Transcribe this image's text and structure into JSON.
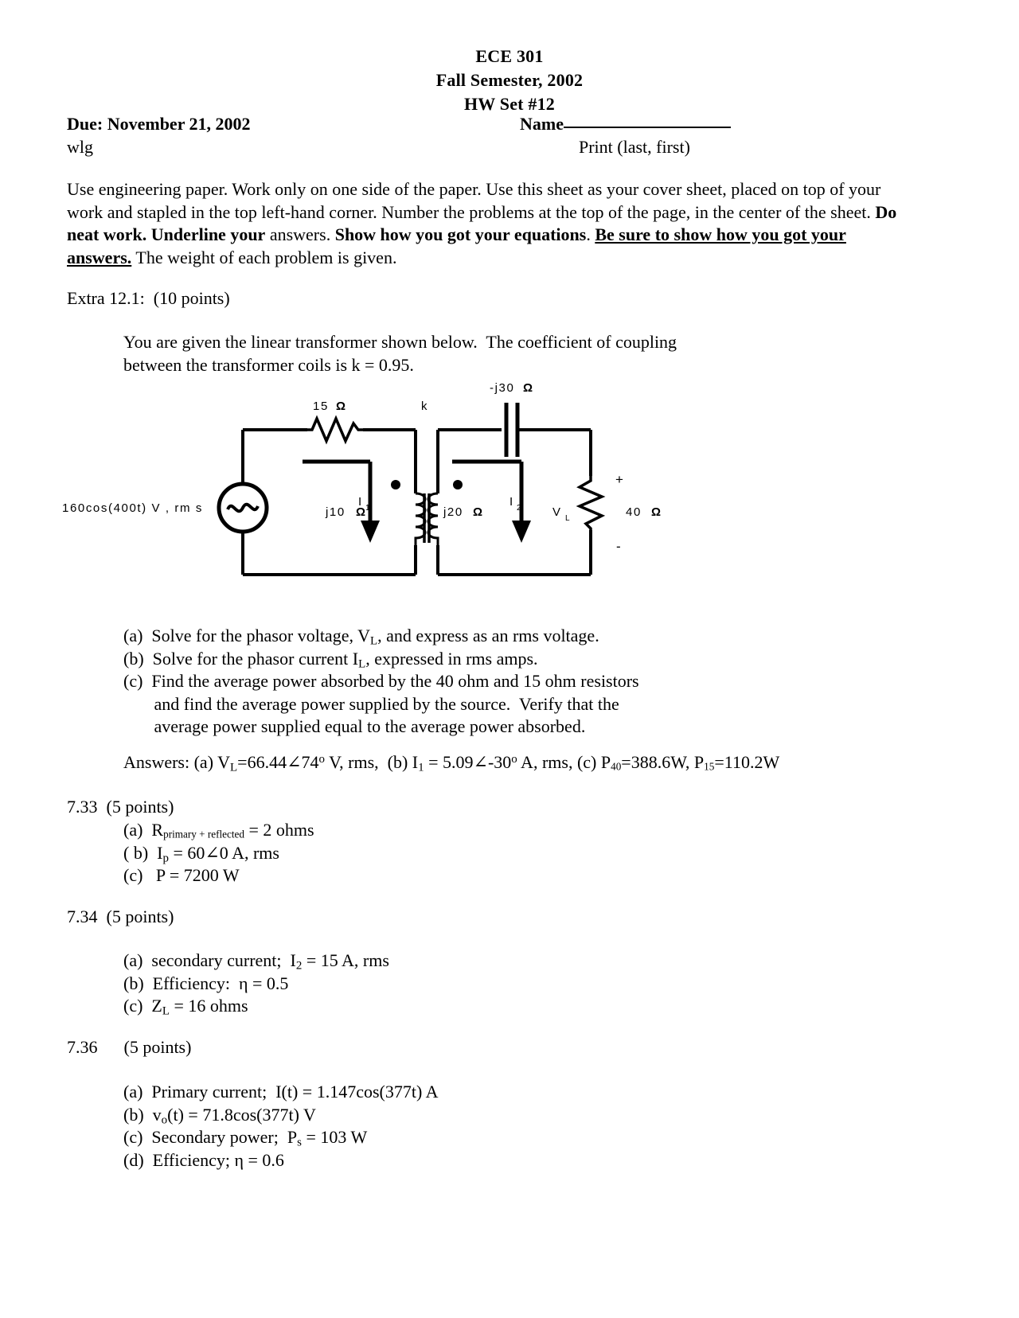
{
  "header": {
    "course": "ECE 301",
    "semester": "Fall Semester, 2002",
    "hwset": "HW Set #12",
    "due": "Due: November 21, 2002",
    "name_label": "Name",
    "initials": "wlg",
    "print_hint": "Print (last, first)"
  },
  "instructions": {
    "part1": "Use engineering paper.  Work only on one side of the paper.  Use this sheet as your cover sheet, placed on top of your work and stapled in the top left-hand corner.  Number the problems at the top of the page, in the center of the sheet.  ",
    "bold1": "Do neat work.  Underline your",
    "plain1": " answers.  ",
    "bold2": "Show how you got your equations",
    "plain2": ".  ",
    "ul1": "Be sure to show how you got your answers.",
    "tail": "  The weight of each problem is given."
  },
  "extra": {
    "heading": "Extra 12.1:  (10 points)",
    "body_line1": "You are given the linear transformer shown below.  The coefficient of coupling",
    "body_line2": "between the transformer coils is k = 0.95.",
    "parts": [
      "(a)  Solve for the phasor voltage, Vʟ, and express as an rms voltage.",
      "(b)  Solve for the phasor current Iʟ, expressed in rms amps.",
      "(c)  Find the average power absorbed by the 40 ohm and 15 ohm resistors",
      "       and find the average power supplied by the source.  Verify that the",
      "       average power supplied equal to the average power absorbed."
    ],
    "answers_prefix": "Answers: (a) V",
    "answers": "Answers: (a) VL=66.44∠74° V, rms,  (b) I1 = 5.09∠-30° A, rms, (c) P40=388.6W, P15=110.2W"
  },
  "circuit": {
    "source_label": "160cos(400t) V , rm s",
    "r15": "15",
    "ohm": "Ω",
    "k_label": "k",
    "cap_label": "-j30",
    "l1_label": "j10",
    "l2_label": "j20",
    "r40": "40",
    "i1": "I",
    "i1_sub": "1",
    "i2": "I",
    "i2_sub": "2",
    "vl": "V",
    "vl_sub": "L",
    "plus": "+",
    "minus": "-"
  },
  "p733": {
    "heading": "7.33  (5 points)",
    "items": [
      "(a)  Rprimary + reflected = 2 ohms",
      "( b)  Ip = 60∠0 A, rms",
      "(c)   P = 7200 W"
    ]
  },
  "p734": {
    "heading": "7.34  (5 points)",
    "items": [
      "(a)  secondary current;  I2 = 15 A, rms",
      "(b)  Efficiency:  η = 0.5",
      "(c)  ZL = 16 ohms"
    ]
  },
  "p736": {
    "heading": "7.36      (5 points)",
    "items": [
      "(a)  Primary current;  I(t) = 1.147cos(377t) A",
      "(b)  vo(t) = 71.8cos(377t) V",
      "(c)  Secondary power;  Ps = 103 W",
      "(d)  Efficiency; η = 0.6"
    ]
  }
}
